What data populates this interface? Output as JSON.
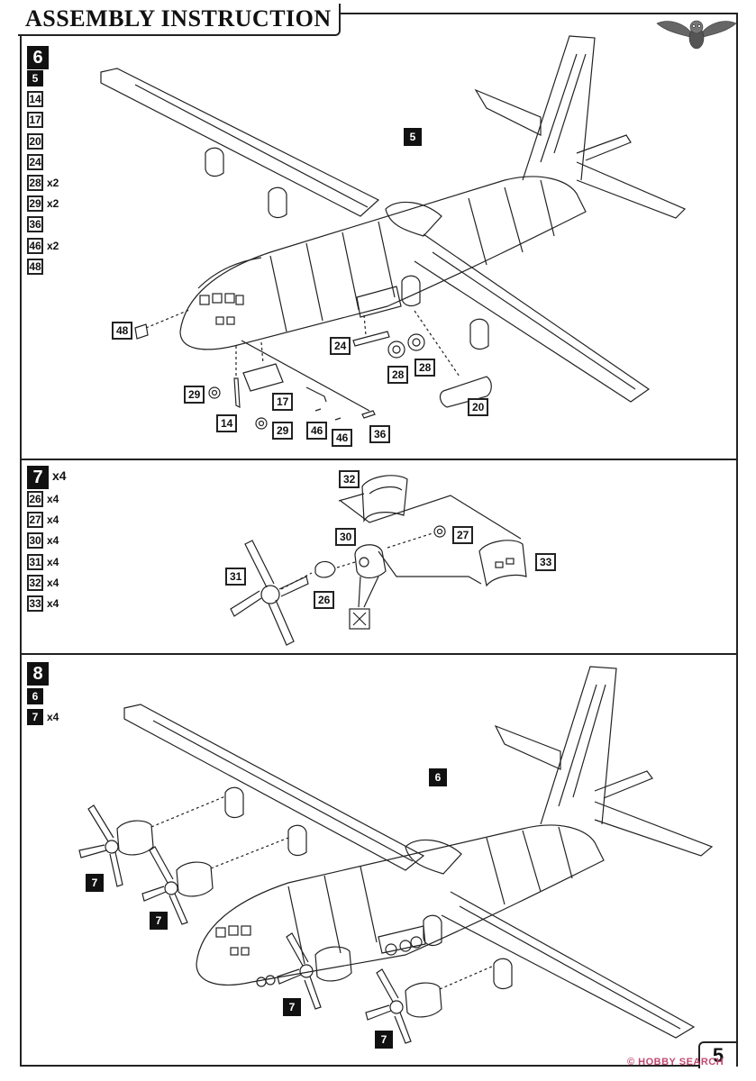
{
  "header": {
    "title": "ASSEMBLY INSTRUCTION"
  },
  "steps": {
    "s6": {
      "number": "6",
      "parts": [
        {
          "num": "5",
          "qty": "",
          "dark": true
        },
        {
          "num": "14",
          "qty": ""
        },
        {
          "num": "17",
          "qty": ""
        },
        {
          "num": "20",
          "qty": ""
        },
        {
          "num": "24",
          "qty": ""
        },
        {
          "num": "28",
          "qty": "x2"
        },
        {
          "num": "29",
          "qty": "x2"
        },
        {
          "num": "36",
          "qty": ""
        },
        {
          "num": "46",
          "qty": "x2"
        },
        {
          "num": "48",
          "qty": ""
        }
      ],
      "callouts": {
        "sub5": "5",
        "p48": "48",
        "p24": "24",
        "p28a": "28",
        "p28b": "28",
        "p20": "20",
        "p29a": "29",
        "p17": "17",
        "p14": "14",
        "p29b": "29",
        "p46a": "46",
        "p46b": "46",
        "p36": "36"
      }
    },
    "s7": {
      "number": "7",
      "multiplier": "x4",
      "parts": [
        {
          "num": "26",
          "qty": "x4"
        },
        {
          "num": "27",
          "qty": "x4"
        },
        {
          "num": "30",
          "qty": "x4"
        },
        {
          "num": "31",
          "qty": "x4"
        },
        {
          "num": "32",
          "qty": "x4"
        },
        {
          "num": "33",
          "qty": "x4"
        }
      ],
      "callouts": {
        "p32": "32",
        "p30": "30",
        "p27": "27",
        "p33": "33",
        "p31": "31",
        "p26": "26"
      }
    },
    "s8": {
      "number": "8",
      "parts": [
        {
          "num": "6",
          "qty": "",
          "dark": true
        },
        {
          "num": "7",
          "qty": "x4",
          "dark": true
        }
      ],
      "callouts": {
        "sub6": "6",
        "e1": "7",
        "e2": "7",
        "e3": "7",
        "e4": "7"
      }
    }
  },
  "footer": {
    "page": "5",
    "watermark": "© HOBBY SEARCH"
  }
}
